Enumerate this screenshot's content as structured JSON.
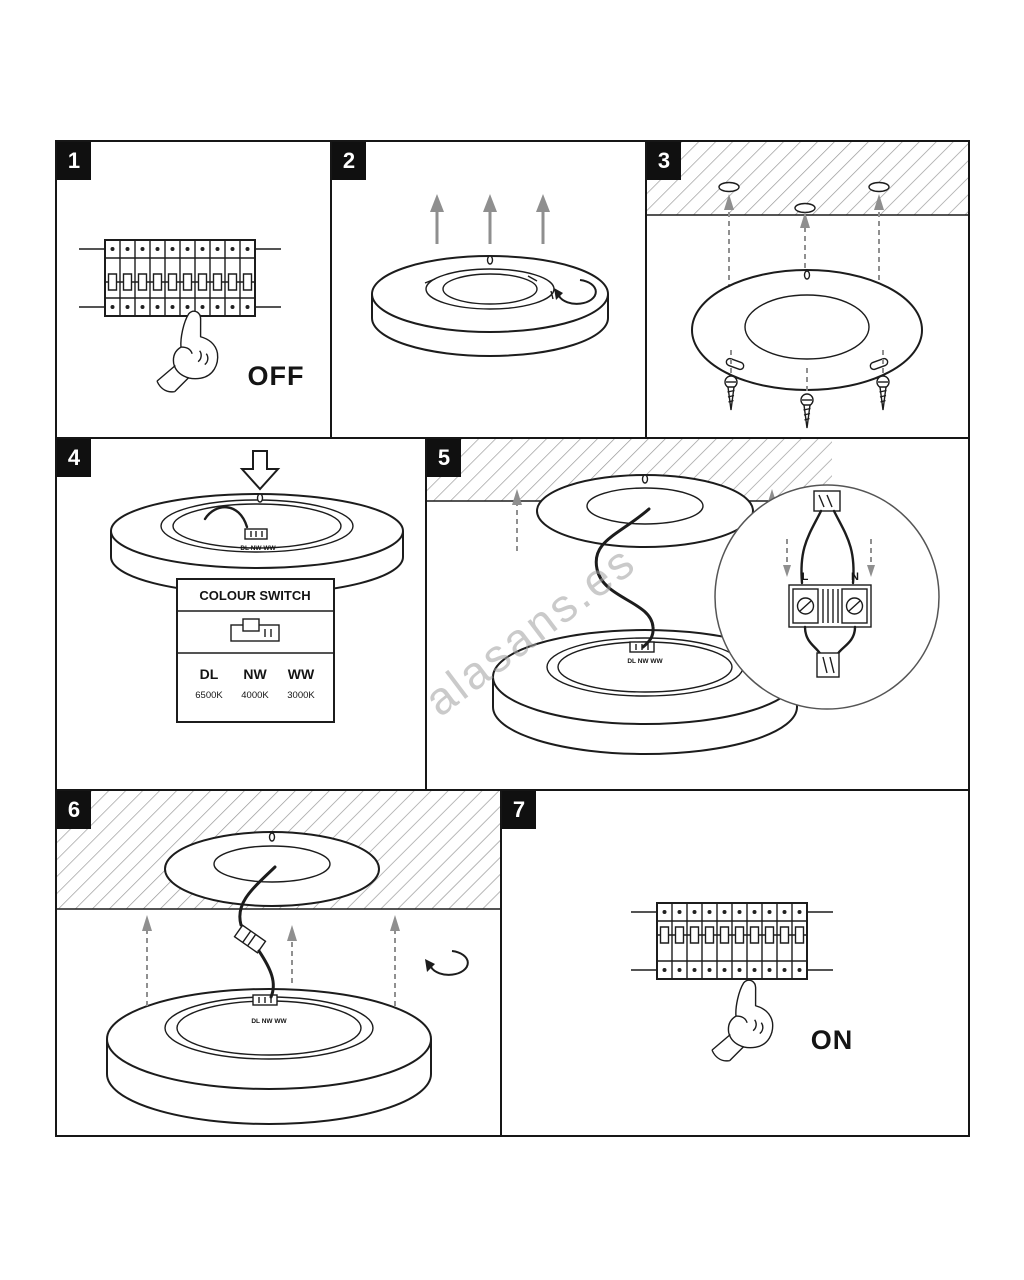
{
  "watermark": "alasans.es",
  "fixture_switch_label": "DL NW WW",
  "terminal": {
    "live": "L",
    "neutral": "N"
  },
  "steps": {
    "s1": {
      "number": "1",
      "caption": "OFF"
    },
    "s2": {
      "number": "2"
    },
    "s3": {
      "number": "3"
    },
    "s4": {
      "number": "4",
      "colour_switch_title": "COLOUR SWITCH",
      "options": [
        {
          "code": "DL",
          "temperature": "6500K"
        },
        {
          "code": "NW",
          "temperature": "4000K"
        },
        {
          "code": "WW",
          "temperature": "3000K"
        }
      ]
    },
    "s5": {
      "number": "5"
    },
    "s6": {
      "number": "6"
    },
    "s7": {
      "number": "7",
      "caption": "ON"
    }
  }
}
